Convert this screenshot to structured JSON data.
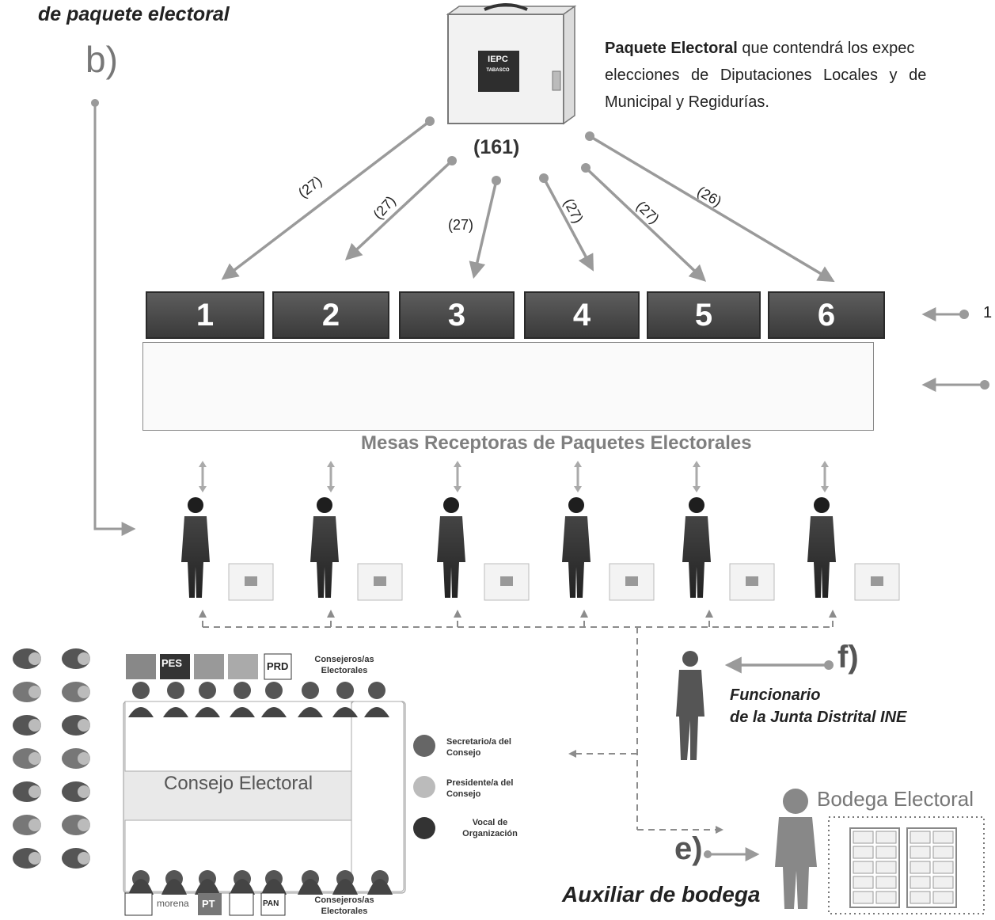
{
  "header": {
    "title_fragment": "de paquete electoral",
    "letter_b": "b)"
  },
  "package": {
    "logo_top": "IEPC",
    "logo_bottom": "TABASCO",
    "total_count": "(161)",
    "description_bold": "Paquete Electoral",
    "description_rest": " que contendrá los expec",
    "description_line2": "elecciones de Diputaciones Locales y de",
    "description_line3": "Municipal y Regidurías."
  },
  "arrows": {
    "counts": [
      "(27)",
      "(27)",
      "(27)",
      "(27)",
      "(27)",
      "(26)"
    ]
  },
  "mesas": {
    "numbers": [
      "1",
      "2",
      "3",
      "4",
      "5",
      "6"
    ],
    "right_label": "1",
    "caption": "Mesas Receptoras de Paquetes Electorales"
  },
  "consejo": {
    "title": "Consejo Electoral",
    "parties_top": [
      "PES",
      "PRD"
    ],
    "parties_bottom": [
      "morena",
      "PT",
      "PAN"
    ],
    "consejeros_top": "Consejeros/as Electorales",
    "consejeros_bottom": "Consejeros/as Electorales",
    "secretario": "Secretario/a del Consejo",
    "presidente": "Presidente/a del Consejo",
    "vocal": "Vocal de Organización"
  },
  "funcionario": {
    "letter": "f)",
    "line1": "Funcionario",
    "line2": "de la Junta Distrital INE"
  },
  "bodega": {
    "title": "Bodega Electoral",
    "letter": "e)",
    "auxiliar": "Auxiliar de bodega"
  },
  "colors": {
    "arrow": "#9a9a9a",
    "mesa_caption": "#7f7f7f",
    "bodega_title": "#777777",
    "dashed": "#8c8c8c"
  }
}
